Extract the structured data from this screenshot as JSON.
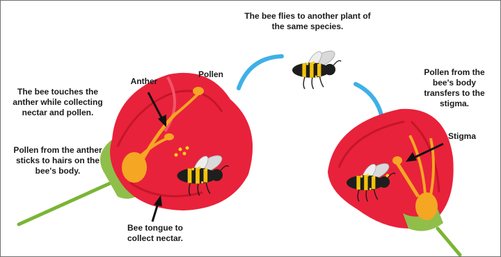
{
  "labels": {
    "caption_top": "The bee flies to another plant of the same species.",
    "caption_left_1": "The bee touches the anther while collecting nectar and pollen.",
    "caption_left_2": "Pollen from the anther sticks to hairs on the bee's body.",
    "anther": "Anther",
    "pollen": "Pollen",
    "pollen_transfer": "Pollen from the bee's body transfers to the stigma.",
    "stigma": "Stigma",
    "tongue": "Bee tongue to collect nectar."
  },
  "colors": {
    "petal": "#e8223a",
    "petal_dark": "#c5152a",
    "petal_light": "#f0566a",
    "sepal": "#8fbf4a",
    "stem": "#7ab535",
    "anther": "#f5a623",
    "pollen": "#ffd21a",
    "bee_body": "#1e1e1e",
    "bee_stripe": "#f3c20c",
    "wing": "#dcdcdc",
    "flight_arrow": "#3fb0e8",
    "pointer": "#111111"
  },
  "icons": [
    "flower-left",
    "flower-right",
    "bee-icon",
    "flight-path-arrow",
    "pointer-arrow"
  ]
}
